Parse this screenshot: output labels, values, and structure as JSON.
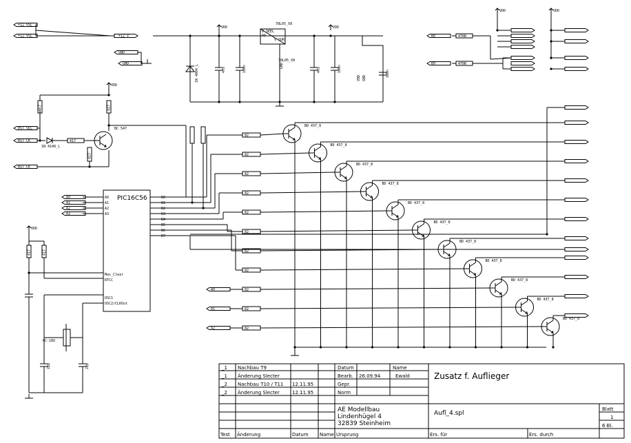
{
  "title": "Zusatz f. Auflieger",
  "filename": "Aufl_4.spl",
  "company": {
    "line1": "AE Modellbau",
    "line2": "Lindenhügel 4",
    "line3": "32839 Steinheim"
  },
  "sheet": {
    "label": "Blatt",
    "number": "1",
    "total": "6 Bl."
  },
  "revisions": [
    {
      "idx": "_1",
      "desc": "Nachbau T9",
      "date": ""
    },
    {
      "idx": "_1",
      "desc": "Änderung Slecter",
      "date": ""
    },
    {
      "idx": "_2",
      "desc": "Nachbau T10 / T11",
      "date": "12.11.95"
    },
    {
      "idx": "_2",
      "desc": "Änderung Slecter",
      "date": "12.11.95"
    }
  ],
  "meta": {
    "datum": "Datum",
    "name": "Name",
    "bearb": "Bearb.",
    "bearb_date": "26.09.94",
    "bearb_name": "Ewald",
    "gepr": "Gepr.",
    "norm": "Norm"
  },
  "footer": {
    "test": "Test",
    "aenderung": "Änderung",
    "datum": "Datum",
    "name": "Name",
    "ursprung": "Ursprung",
    "ers_fuer": "Ers. für",
    "ers_durch": "Ers. durch"
  },
  "labels": {
    "ic": "PIC16C56",
    "regulator": "78L05_X8",
    "regulator2": "78L05_X8",
    "diode1": "1N 4004_L",
    "diode2": "1N 4148_L",
    "transistor_small": "BC 547",
    "transistor": "BD 437_8",
    "crystal": "HC-18U",
    "vdd": "VDD",
    "gnd": "GND",
    "r470": "470R",
    "r417": "417",
    "r4k7": "4k7",
    "c100n": "100n",
    "c47u": "47u",
    "c22p": "22p",
    "mclr": "Mas_Clear",
    "rtcc": "RTCC",
    "osc1": "OSC1",
    "osc2": "OSC2/CLKOut",
    "pins_a": [
      "A0",
      "A1",
      "A2",
      "A3"
    ],
    "pins_b": [
      "B0",
      "B1",
      "B2",
      "B3",
      "B4",
      "B5",
      "B6",
      "B7"
    ],
    "in_top": [
      "+12 VSL",
      "+12 VSL"
    ],
    "plus12": "+12 V",
    "gnd_labels": [
      "GND",
      "GND"
    ],
    "left_ins": [
      "BST_SEL",
      "BST_CK",
      "BST_CK"
    ],
    "reg_pins": "V SEEL / AD / GND",
    "reg_out": "V SUR",
    "bst_in": [
      "B8",
      "B9"
    ]
  }
}
